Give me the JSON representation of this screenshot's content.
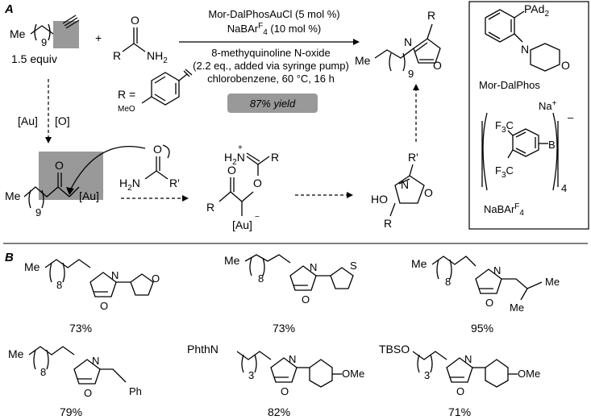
{
  "panel_a": {
    "label": "A",
    "alkyne_index": "9",
    "alkyne_equiv": "1.5 equiv",
    "plus": "+",
    "amide_r": "R",
    "amide_o": "O",
    "amide_nh2": "NH",
    "amide_nh2_sub": "2",
    "r_equals": "R =",
    "meo": "MeO",
    "conditions": {
      "line1": "Mor-DalPhosAuCl (5 mol %)",
      "line2_pre": "NaBAr",
      "line2_sup": "F",
      "line2_sub": "4",
      "line2_post": " (10 mol %)",
      "line3": "8-methyquinoline N-oxide",
      "line4": "(2.2 eq., added via syringe pump)",
      "line5": "chlorobenzene, 60 °C, 16 h"
    },
    "yield_badge": "87% yield",
    "product_r": "R",
    "product_n": "N",
    "product_o": "O",
    "product_index": "9",
    "me": "Me",
    "au_label": "[Au]",
    "o_label": "[O]",
    "intermediate1": {
      "o": "O",
      "au": "[Au]",
      "index": "9",
      "me": "Me"
    },
    "amide2": {
      "h2n": "H",
      "h2n_sub": "2",
      "h2n_n": "N",
      "o": "O",
      "r": "R'"
    },
    "intermediate2": {
      "h2n": "H",
      "h2n_sub": "2",
      "h2n_n": "N",
      "plus": "+",
      "r1": "R",
      "o1": "O",
      "o2": "O",
      "r2": "R",
      "au": "[Au]",
      "minus": "−"
    },
    "intermediate3": {
      "ho": "HO",
      "n": "N",
      "o": "O",
      "r": "R",
      "rp": "R'"
    }
  },
  "ligand_box": {
    "pad2": "PAd",
    "pad2_sub": "2",
    "n": "N",
    "o": "O",
    "ligand_name": "Mor-DalPhos",
    "f3c_top": "F",
    "f3c_top_sub": "3",
    "f3c_top_c": "C",
    "f3c_bot": "F",
    "f3c_bot_sub": "3",
    "f3c_bot_c": "C",
    "b": "B",
    "na": "Na",
    "na_sup": "+",
    "minus": "–",
    "four": "4",
    "salt_pre": "NaBAr",
    "salt_sup": "F",
    "salt_sub": "4"
  },
  "panel_b": {
    "label": "B",
    "products": [
      {
        "chain": "8",
        "yield": "73%"
      },
      {
        "chain": "8",
        "yield": "73%"
      },
      {
        "chain": "8",
        "yield": "95%",
        "me": "Me"
      },
      {
        "chain": "8",
        "yield": "79%",
        "ph": "Ph"
      },
      {
        "chain": "3",
        "yield": "82%",
        "prefix": "PhthN",
        "ome": "OMe"
      },
      {
        "chain": "3",
        "yield": "71%",
        "prefix": "TBSO",
        "ome": "OMe"
      }
    ]
  }
}
